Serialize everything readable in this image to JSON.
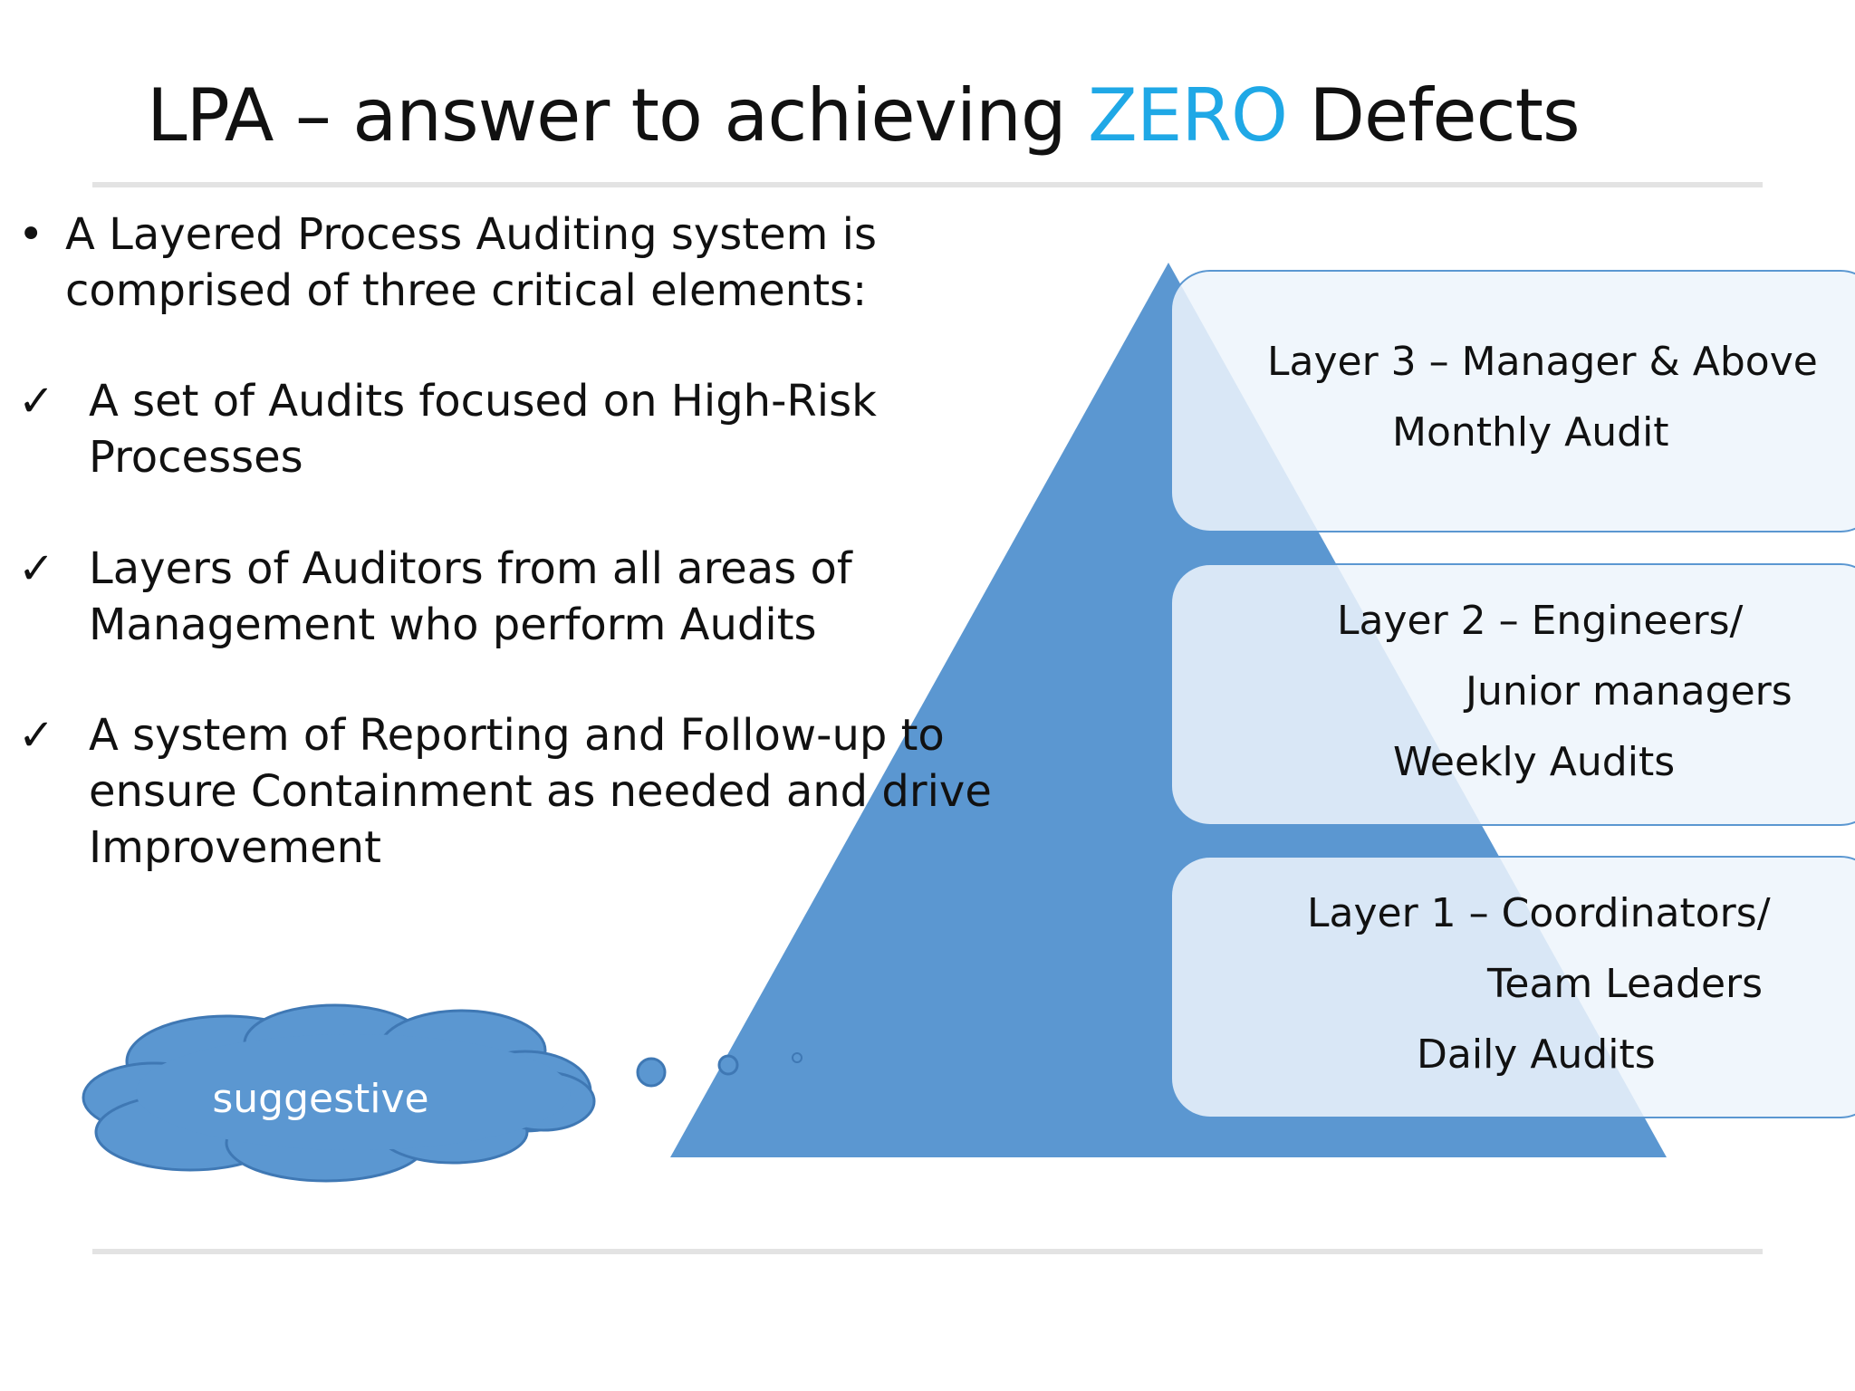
{
  "slide": {
    "title_prefix": "LPA – answer to achieving ",
    "title_accent": "ZERO",
    "title_suffix": " Defects",
    "accent_color": "#1fa8e6"
  },
  "intro": {
    "bullet_symbol": "•",
    "line1": "A Layered Process Auditing system is",
    "line2": "comprised of three critical elements:"
  },
  "elements": [
    {
      "check": "✓",
      "lines": [
        " A set of Audits focused on High-Risk",
        "Processes"
      ]
    },
    {
      "check": "✓",
      "lines": [
        " Layers of Auditors from all areas of",
        "Management who perform Audits"
      ]
    },
    {
      "check": "✓",
      "lines": [
        " A system of Reporting and Follow-up to",
        "ensure Containment as needed and drive",
        "Improvement"
      ]
    }
  ],
  "pyramid": {
    "fill_color": "#5b97d1",
    "layers": [
      {
        "lines": [
          "Layer 3 – Manager & Above",
          "Monthly Audit"
        ]
      },
      {
        "lines": [
          "Layer 2 – Engineers/",
          "Junior managers",
          "Weekly Audits"
        ]
      },
      {
        "lines": [
          "Layer 1 – Coordinators/",
          "Team Leaders",
          "Daily Audits"
        ]
      }
    ]
  },
  "callout": {
    "label": "suggestive"
  }
}
